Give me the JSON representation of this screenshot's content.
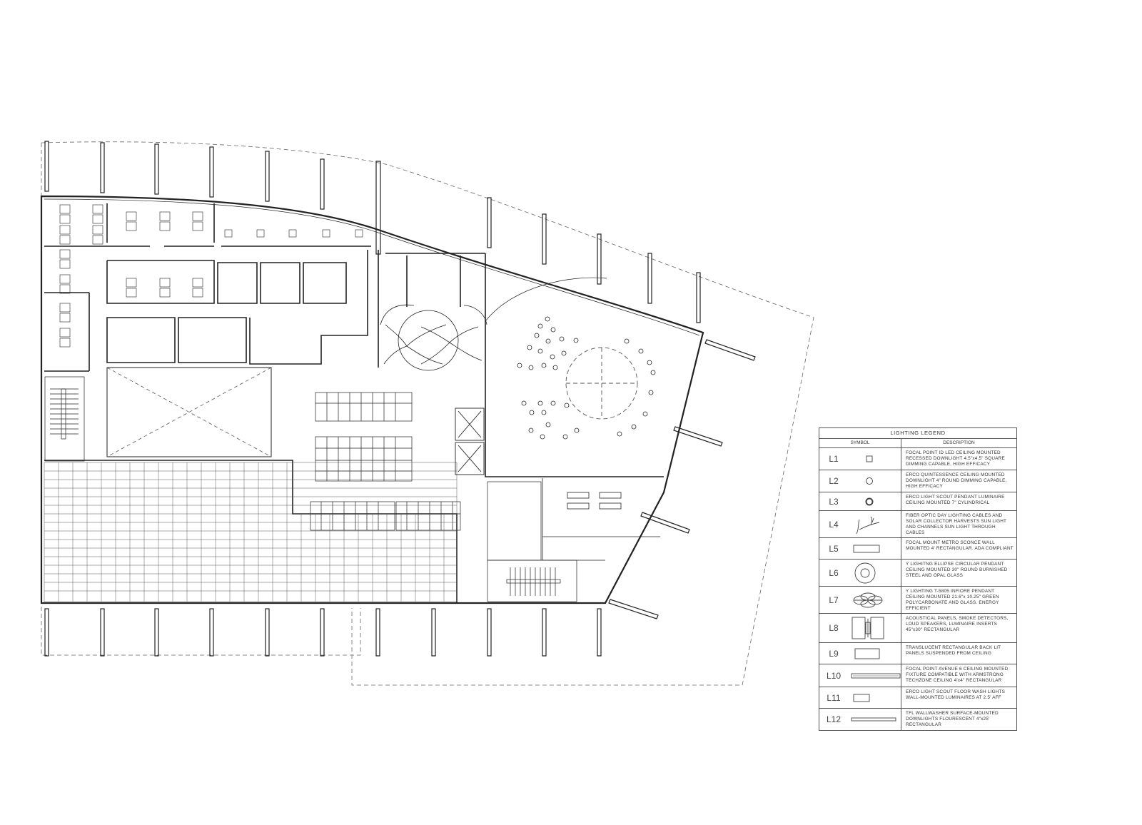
{
  "drawing": {
    "type": "reflected ceiling / lighting floor plan",
    "colors": {
      "line": "#222222",
      "dashed": "#555555",
      "background": "#ffffff"
    }
  },
  "legend": {
    "title": "LIGHTING LEGEND",
    "col_symbol": "SYMBOL",
    "col_description": "DESCRIPTION",
    "rows": [
      {
        "code": "L1",
        "icon": "small-square-icon",
        "description": "FOCAL POINT ID LED CEILING MOUNTED RECESSED DOWNLIGHT 4.5\"x4.5\" SQUARE DIMMING CAPABLE, HIGH EFFICACY"
      },
      {
        "code": "L2",
        "icon": "small-circle-icon",
        "description": "ERCO QUINTESSENCE CEILING MOUNTED DOWNLIGHT 4\" ROUND DIMMING CAPABLE, HIGH EFFICACY"
      },
      {
        "code": "L3",
        "icon": "thick-ring-icon",
        "description": "ERCO LIGHT SCOUT PENDANT LUMINAIRE CEILING MOUNTED 7\" CYLINDRICAL"
      },
      {
        "code": "L4",
        "icon": "fiber-branch-icon",
        "description": "FIBER OPTIC DAY LIGHTING CABLES AND SOLAR COLLECTOR HARVESTS SUN LIGHT AND CHANNELS SUN LIGHT THROUGH CABLES"
      },
      {
        "code": "L5",
        "icon": "rectangle-icon",
        "description": "FOCAL MOUNT METRO SCONCE WALL MOUNTED 4' RECTANGULAR. ADA COMPLIANT"
      },
      {
        "code": "L6",
        "icon": "double-circle-icon",
        "description": "Y LIGHITNG ELLIPSE CIRCULAR PENDANT CEILING MOUNTED 30\" ROUND BURNISHED STEEL AND OPAL GLASS"
      },
      {
        "code": "L7",
        "icon": "flower-pendant-icon",
        "description": "Y LIGHTING T-5805 INFIORE PENDANT CEILING MOUNTED 21.6\"x 10.25\" GREEN POLYCARBONATE AND GLASS. ENERGY EFFICIENT"
      },
      {
        "code": "L8",
        "icon": "acoustic-panel-icon",
        "description": "ACOUSTICAL PANELS, SMOKE DETECTORS, LOUD SPEAKERS, LUMINAIRE INSERTS 45\"x30\" RECTANGULAR"
      },
      {
        "code": "L9",
        "icon": "rectangle-icon",
        "description": "TRANSLUCENT RECTANGULAR BACK LIT PANELS SUSPENDED FROM CEILING"
      },
      {
        "code": "L10",
        "icon": "long-bar-icon",
        "description": "FOCAL POINT AVENUE 6 CEILING MOUNTED FIXTURE COMPATIBLE WITH ARMSTRONG TECHZONE CEILING 4'x4\" RECTANGULAR"
      },
      {
        "code": "L11",
        "icon": "small-rectangle-icon",
        "description": "ERCO LIGHT SCOUT FLOOR WASH LIGHTS WALL-MOUNTED LUMINAIRES AT 2.5' AFF"
      },
      {
        "code": "L12",
        "icon": "thin-bar-icon",
        "description": "TFL WALLWASHER SURFACE-MOUNTED DOWNLIGHTS FLOURESCENT 4\"x25' RECTANGULAR"
      }
    ]
  }
}
